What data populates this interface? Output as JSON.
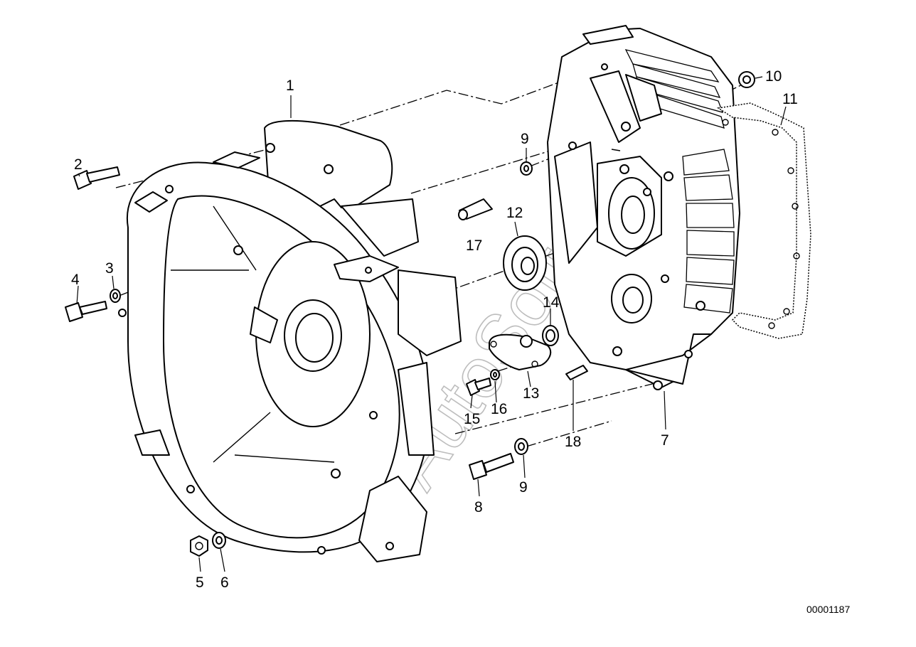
{
  "callouts": [
    {
      "id": "1",
      "label": "1"
    },
    {
      "id": "2",
      "label": "2"
    },
    {
      "id": "3",
      "label": "3"
    },
    {
      "id": "4",
      "label": "4"
    },
    {
      "id": "5",
      "label": "5"
    },
    {
      "id": "6",
      "label": "6"
    },
    {
      "id": "7",
      "label": "7"
    },
    {
      "id": "8",
      "label": "8"
    },
    {
      "id": "9a",
      "label": "9"
    },
    {
      "id": "9b",
      "label": "9"
    },
    {
      "id": "10",
      "label": "10"
    },
    {
      "id": "11",
      "label": "11"
    },
    {
      "id": "12",
      "label": "12"
    },
    {
      "id": "13",
      "label": "13"
    },
    {
      "id": "14",
      "label": "14"
    },
    {
      "id": "15",
      "label": "15"
    },
    {
      "id": "16",
      "label": "16"
    },
    {
      "id": "17",
      "label": "17"
    },
    {
      "id": "18",
      "label": "18"
    }
  ],
  "diagram_code": "00001187",
  "watermark": "AutoSoft"
}
